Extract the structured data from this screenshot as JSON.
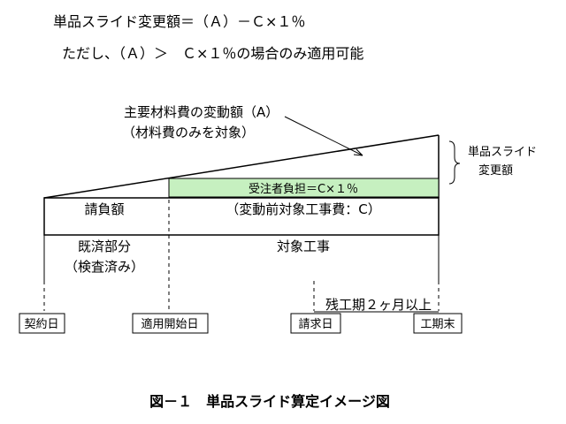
{
  "formula": {
    "line1": "単品スライド変更額＝（Ａ）－Ｃ×１％",
    "line2": "ただし、（Ａ）＞　Ｃ×１％の場合のみ適用可能"
  },
  "diagram": {
    "material_change_label_1": "主要材料費の変動額（A）",
    "material_change_label_2": "（材料費のみを対象）",
    "slide_amount_label_1": "単品スライド",
    "slide_amount_label_2": "変更額",
    "contractor_burden": "受注者負担＝C×１％",
    "contract_amount": "請負額",
    "target_cost": "（変動前対象工事費：C）",
    "completed_part_1": "既済部分",
    "completed_part_2": "（検査済み）",
    "target_work": "対象工事",
    "remaining_period": "残工期２ヶ月以上",
    "milestones": [
      "契約日",
      "適用開始日",
      "請求日",
      "工期末"
    ],
    "colors": {
      "burden_fill": "#c6f0c0",
      "line": "#000000"
    }
  },
  "caption": "図－１　単品スライド算定イメージ図"
}
